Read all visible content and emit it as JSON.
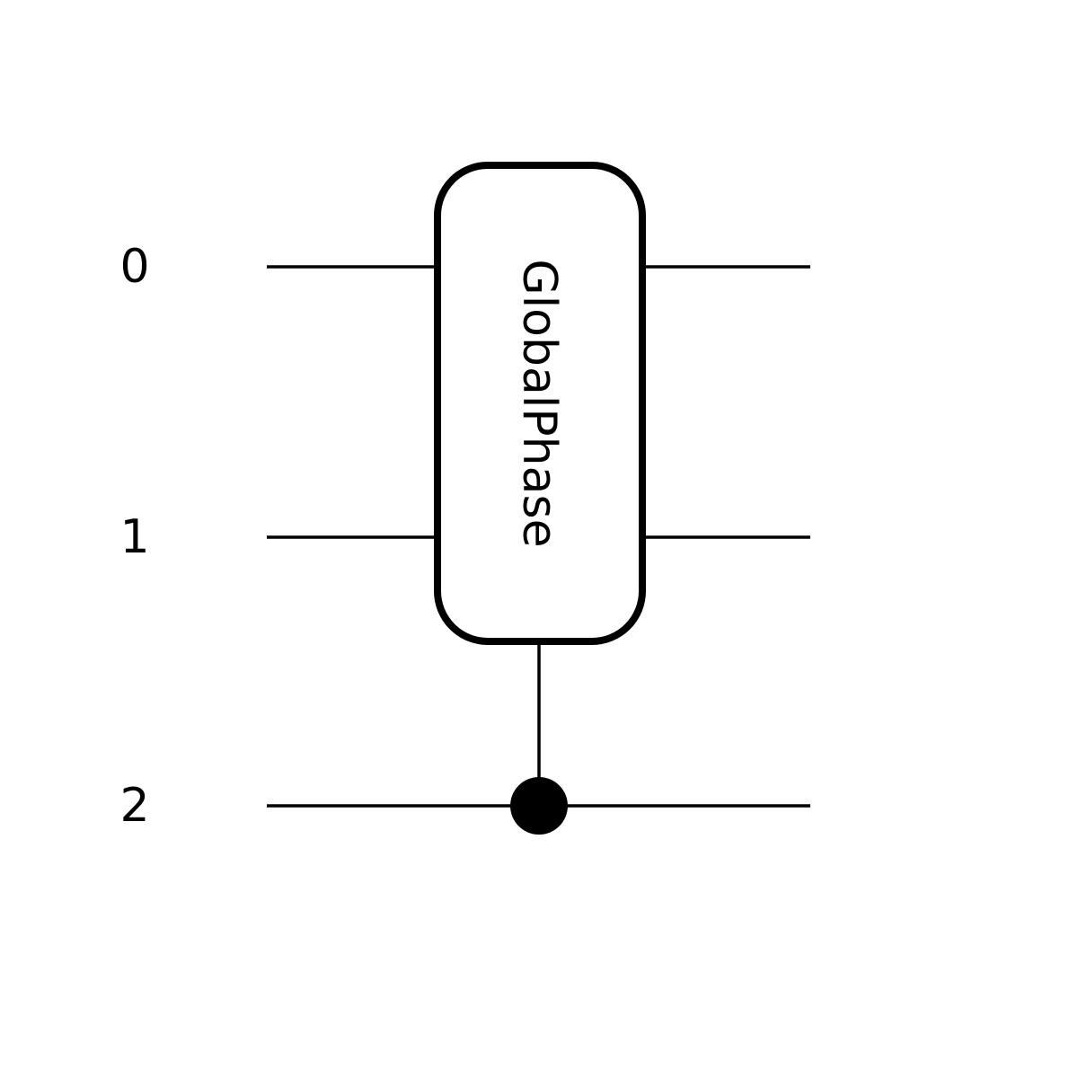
{
  "diagram": {
    "kind": "quantum-circuit",
    "wires": [
      {
        "label": "0"
      },
      {
        "label": "1"
      },
      {
        "label": "2"
      }
    ],
    "gate": {
      "label": "GlobalPhase",
      "target_wires": [
        "0",
        "1"
      ],
      "control_wire": "2"
    },
    "colors": {
      "foreground": "#000000",
      "background": "#ffffff"
    }
  }
}
